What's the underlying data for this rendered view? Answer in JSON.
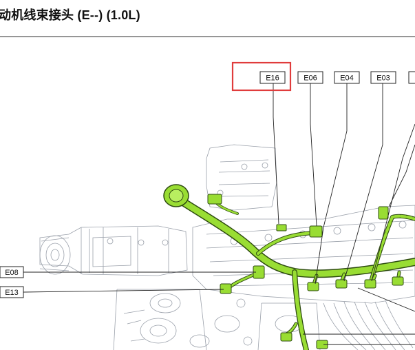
{
  "title": "动机线束接头 (E--) (1.0L)",
  "highlight_color": "#e03c3c",
  "harness_color": "#99dd33",
  "connectors_top": [
    "E16",
    "E06",
    "E04",
    "E03",
    ""
  ],
  "connectors_left": [
    "E08",
    "E13"
  ],
  "highlighted_connector": "E16"
}
